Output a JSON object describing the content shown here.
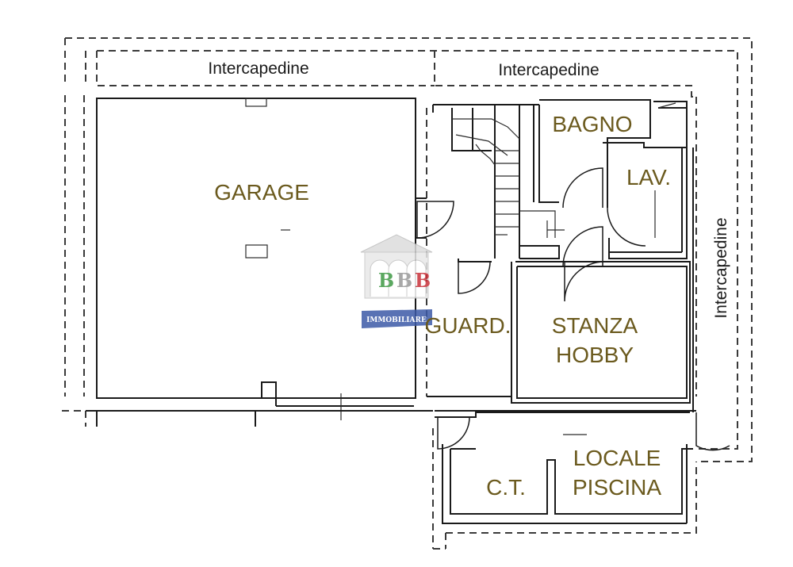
{
  "labels": {
    "intercapedine_top_left": "Intercapedine",
    "intercapedine_top_right": "Intercapedine",
    "intercapedine_right": "Intercapedine"
  },
  "rooms": {
    "garage": "GARAGE",
    "bagno": "BAGNO",
    "lav": "LAV.",
    "guard": "GUARD.",
    "stanza_hobby_line1": "STANZA",
    "stanza_hobby_line2": "HOBBY",
    "ct": "C.T.",
    "locale_piscina_line1": "LOCALE",
    "locale_piscina_line2": "PISCINA"
  },
  "watermark": {
    "letters": [
      "B",
      "B",
      "B"
    ],
    "banner": "IMMOBILIARE"
  },
  "colors": {
    "room_label": "#6b5a1e",
    "walls": "#1a1a1a",
    "watermark_b1": "#3f9a45",
    "watermark_b2": "#9a9a9a",
    "watermark_b3": "#c8323a",
    "watermark_banner": "#3d5aa8"
  }
}
